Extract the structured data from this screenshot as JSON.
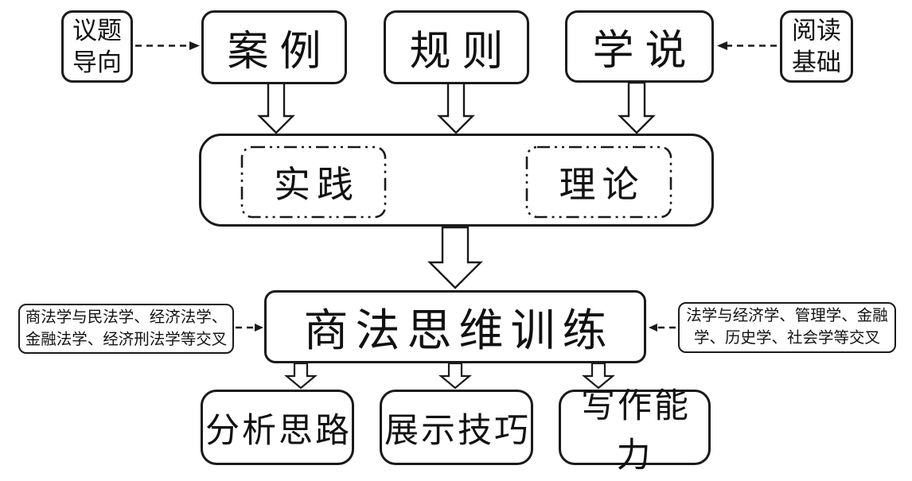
{
  "nodes": {
    "topic_orientation": "议题\n导向",
    "case": "案例",
    "rule": "规则",
    "doctrine": "学说",
    "reading_basis": "阅读\n基础",
    "practice": "实践",
    "theory": "理论",
    "core": "商法思维训练",
    "left_note": "商法学与民法学、经济法学、\n金融法学、经济刑法学等交叉",
    "right_note": "法学与经济学、管理学、金融\n学、历史学、社会学等交叉",
    "analysis": "分析思路",
    "presentation": "展示技巧",
    "writing": "写作能力"
  },
  "edges": [
    {
      "from": "议题导向",
      "to": "案例",
      "style": "dashed-arrow"
    },
    {
      "from": "阅读基础",
      "to": "学说",
      "style": "dashed-arrow"
    },
    {
      "from": "案例",
      "to": "实践/理论",
      "style": "block-arrow-down"
    },
    {
      "from": "规则",
      "to": "实践/理论",
      "style": "block-arrow-down"
    },
    {
      "from": "学说",
      "to": "实践/理论",
      "style": "block-arrow-down"
    },
    {
      "from": "实践",
      "to": "理论",
      "style": "double-block-arrow"
    },
    {
      "from": "实践/理论",
      "to": "商法思维训练",
      "style": "block-arrow-down"
    },
    {
      "from": "商法学与民法学、经济法学、金融法学、经济刑法学等交叉",
      "to": "商法思维训练",
      "style": "dashed-arrow"
    },
    {
      "from": "法学与经济学、管理学、金融学、历史学、社会学等交叉",
      "to": "商法思维训练",
      "style": "dashed-arrow"
    },
    {
      "from": "商法思维训练",
      "to": "分析思路",
      "style": "block-arrow-down"
    },
    {
      "from": "商法思维训练",
      "to": "展示技巧",
      "style": "block-arrow-down"
    },
    {
      "from": "商法思维训练",
      "to": "写作能力",
      "style": "block-arrow-down"
    }
  ],
  "colors": {
    "stroke": "#1a1a1a",
    "background": "#ffffff",
    "text": "#111111"
  }
}
